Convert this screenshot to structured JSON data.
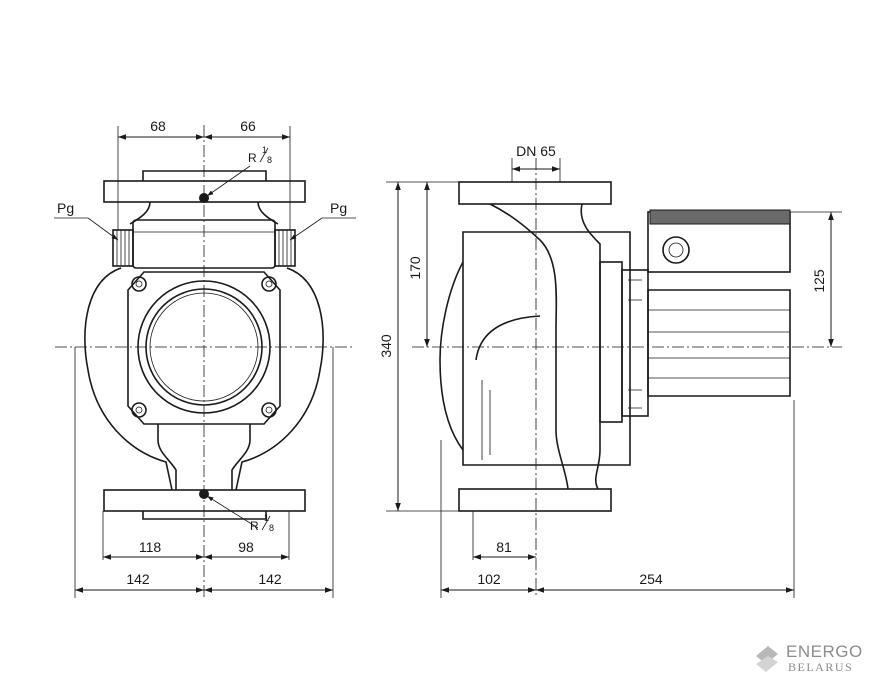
{
  "front_view": {
    "dims": {
      "top_left": "68",
      "top_right": "66",
      "bottom_inner_left": "118",
      "bottom_inner_right": "98",
      "bottom_outer_left": "142",
      "bottom_outer_right": "142"
    },
    "thread_top": {
      "prefix": "R",
      "num": "1",
      "den": "8"
    },
    "thread_bottom": {
      "prefix": "R",
      "num": "1",
      "den": "8"
    },
    "pg_left": "Pg",
    "pg_right": "Pg"
  },
  "side_view": {
    "dims": {
      "dn": "DN 65",
      "height_total": "340",
      "height_upper": "170",
      "motor_height": "125",
      "bottom_81": "81",
      "bottom_102": "102",
      "bottom_254": "254"
    }
  },
  "logo": {
    "name": "ENERGO",
    "sub": "BELARUS"
  }
}
